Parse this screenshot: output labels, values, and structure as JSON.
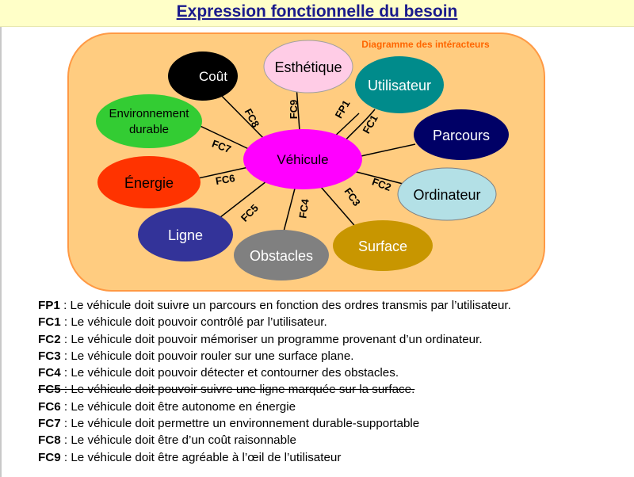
{
  "title": "Expression fonctionnelle du besoin",
  "diagram": {
    "caption": "Diagramme des intéracteurs",
    "center": "Véhicule",
    "nodes": [
      {
        "id": "cout",
        "label": "Coût",
        "fill": "#000000",
        "text_color": "#ffffff"
      },
      {
        "id": "esthetique",
        "label": "Esthétique",
        "fill": "#ffcce6",
        "text_color": "#000000"
      },
      {
        "id": "utilisateur",
        "label": "Utilisateur",
        "fill": "#008b8b",
        "text_color": "#ffffff"
      },
      {
        "id": "environnement",
        "label": "Environnement durable",
        "fill": "#33cc33",
        "text_color": "#000000"
      },
      {
        "id": "parcours",
        "label": "Parcours",
        "fill": "#000066",
        "text_color": "#ffffff"
      },
      {
        "id": "energie",
        "label": "Énergie",
        "fill": "#ff3300",
        "text_color": "#000000"
      },
      {
        "id": "ordinateur",
        "label": "Ordinateur",
        "fill": "#b3e0e6",
        "text_color": "#000000"
      },
      {
        "id": "ligne",
        "label": "Ligne",
        "fill": "#333399",
        "text_color": "#ffffff"
      },
      {
        "id": "obstacles",
        "label": "Obstacles",
        "fill": "#808080",
        "text_color": "#ffffff"
      },
      {
        "id": "surface",
        "label": "Surface",
        "fill": "#c89600",
        "text_color": "#ffffff"
      }
    ],
    "links": [
      {
        "label": "FP1"
      },
      {
        "label": "FC1"
      },
      {
        "label": "FC2"
      },
      {
        "label": "FC3"
      },
      {
        "label": "FC4"
      },
      {
        "label": "FC5"
      },
      {
        "label": "FC6"
      },
      {
        "label": "FC7"
      },
      {
        "label": "FC8"
      },
      {
        "label": "FC9"
      }
    ],
    "colors": {
      "panel": "#ffcc80",
      "panel_border": "#ff9944",
      "center": "#ff00ff",
      "caption": "#ff6600",
      "line": "#000000"
    }
  },
  "definitions": [
    {
      "code": "FP1",
      "text": " : Le véhicule doit suivre un parcours en fonction des ordres transmis par l’utilisateur.",
      "struck": false
    },
    {
      "code": "FC1",
      "text": " : Le véhicule doit pouvoir contrôlé par l’utilisateur.",
      "struck": false
    },
    {
      "code": "FC2",
      "text": " : Le véhicule doit pouvoir mémoriser un programme provenant d’un ordinateur.",
      "struck": false
    },
    {
      "code": "FC3",
      "text": " : Le véhicule doit pouvoir rouler sur une surface plane.",
      "struck": false
    },
    {
      "code": "FC4",
      "text": " : Le véhicule doit pouvoir détecter et contourner des obstacles.",
      "struck": false
    },
    {
      "code": "FC5",
      "text": " : Le véhicule doit pouvoir suivre une ligne marquée sur la surface.",
      "struck": true
    },
    {
      "code": "FC6",
      "text": " : Le véhicule doit être autonome en énergie",
      "struck": false
    },
    {
      "code": "FC7",
      "text": " : Le véhicule doit permettre un environnement durable-supportable",
      "struck": false
    },
    {
      "code": "FC8",
      "text": " : Le véhicule doit être d’un coût raisonnable",
      "struck": false
    },
    {
      "code": "FC9",
      "text": " : Le véhicule doit être agréable à l’œil de l’utilisateur",
      "struck": false
    }
  ]
}
